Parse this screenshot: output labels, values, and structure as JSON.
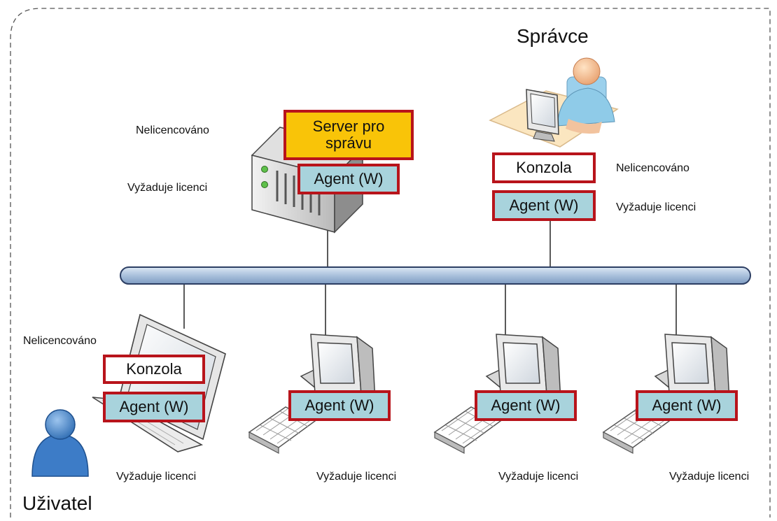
{
  "admin_title": "Správce",
  "user_title": "Uživatel",
  "server_box": "Server pro správu",
  "console_label": "Konzola",
  "agent_label": "Agent (W)",
  "unlicensed": "Nelicencováno",
  "requires_license": "Vyžaduje licenci",
  "colors": {
    "box_border": "#b8141b",
    "agent_fill": "#a8d3dc",
    "server_fill": "#f9c408",
    "network_bus": "#b3c8e0"
  },
  "icons": [
    "server-icon",
    "admin-person-icon",
    "laptop-icon",
    "desktop-computer-icon",
    "user-person-icon"
  ]
}
